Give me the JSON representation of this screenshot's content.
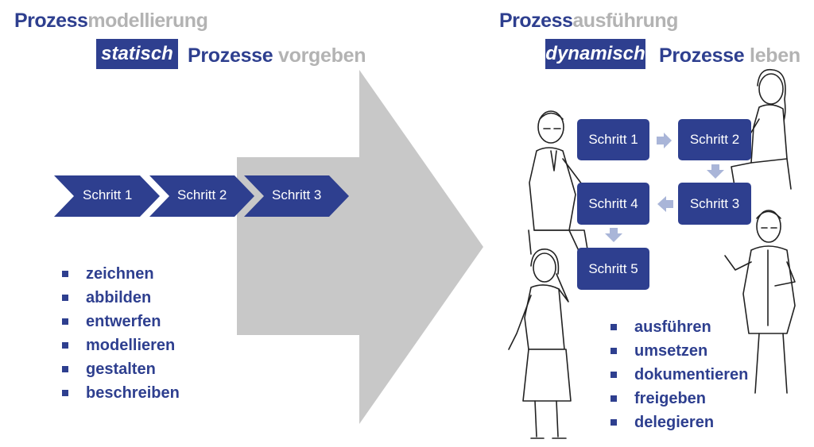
{
  "left": {
    "title_strong": "Prozess",
    "title_light": "modellierung",
    "badge": "statisch",
    "sub_strong": "Prozesse",
    "sub_light": "vorgeben",
    "steps": [
      "Schritt 1",
      "Schritt 2",
      "Schritt 3"
    ],
    "bullets": [
      "zeichnen",
      "abbilden",
      "entwerfen",
      "modellieren",
      "gestalten",
      "beschreiben"
    ]
  },
  "right": {
    "title_strong": "Prozess",
    "title_light": "ausführung",
    "badge": "dynamisch",
    "sub_strong": "Prozesse",
    "sub_light": "leben",
    "steps": [
      "Schritt 1",
      "Schritt 2",
      "Schritt 3",
      "Schritt 4",
      "Schritt 5"
    ],
    "bullets": [
      "ausführen",
      "umsetzen",
      "dokumentieren",
      "freigeben",
      "delegieren"
    ]
  },
  "colors": {
    "primary": "#2e3f8f",
    "light_text": "#b3b3b3",
    "big_arrow": "#c8c8c8",
    "small_arrow": "#a9b5d8"
  }
}
